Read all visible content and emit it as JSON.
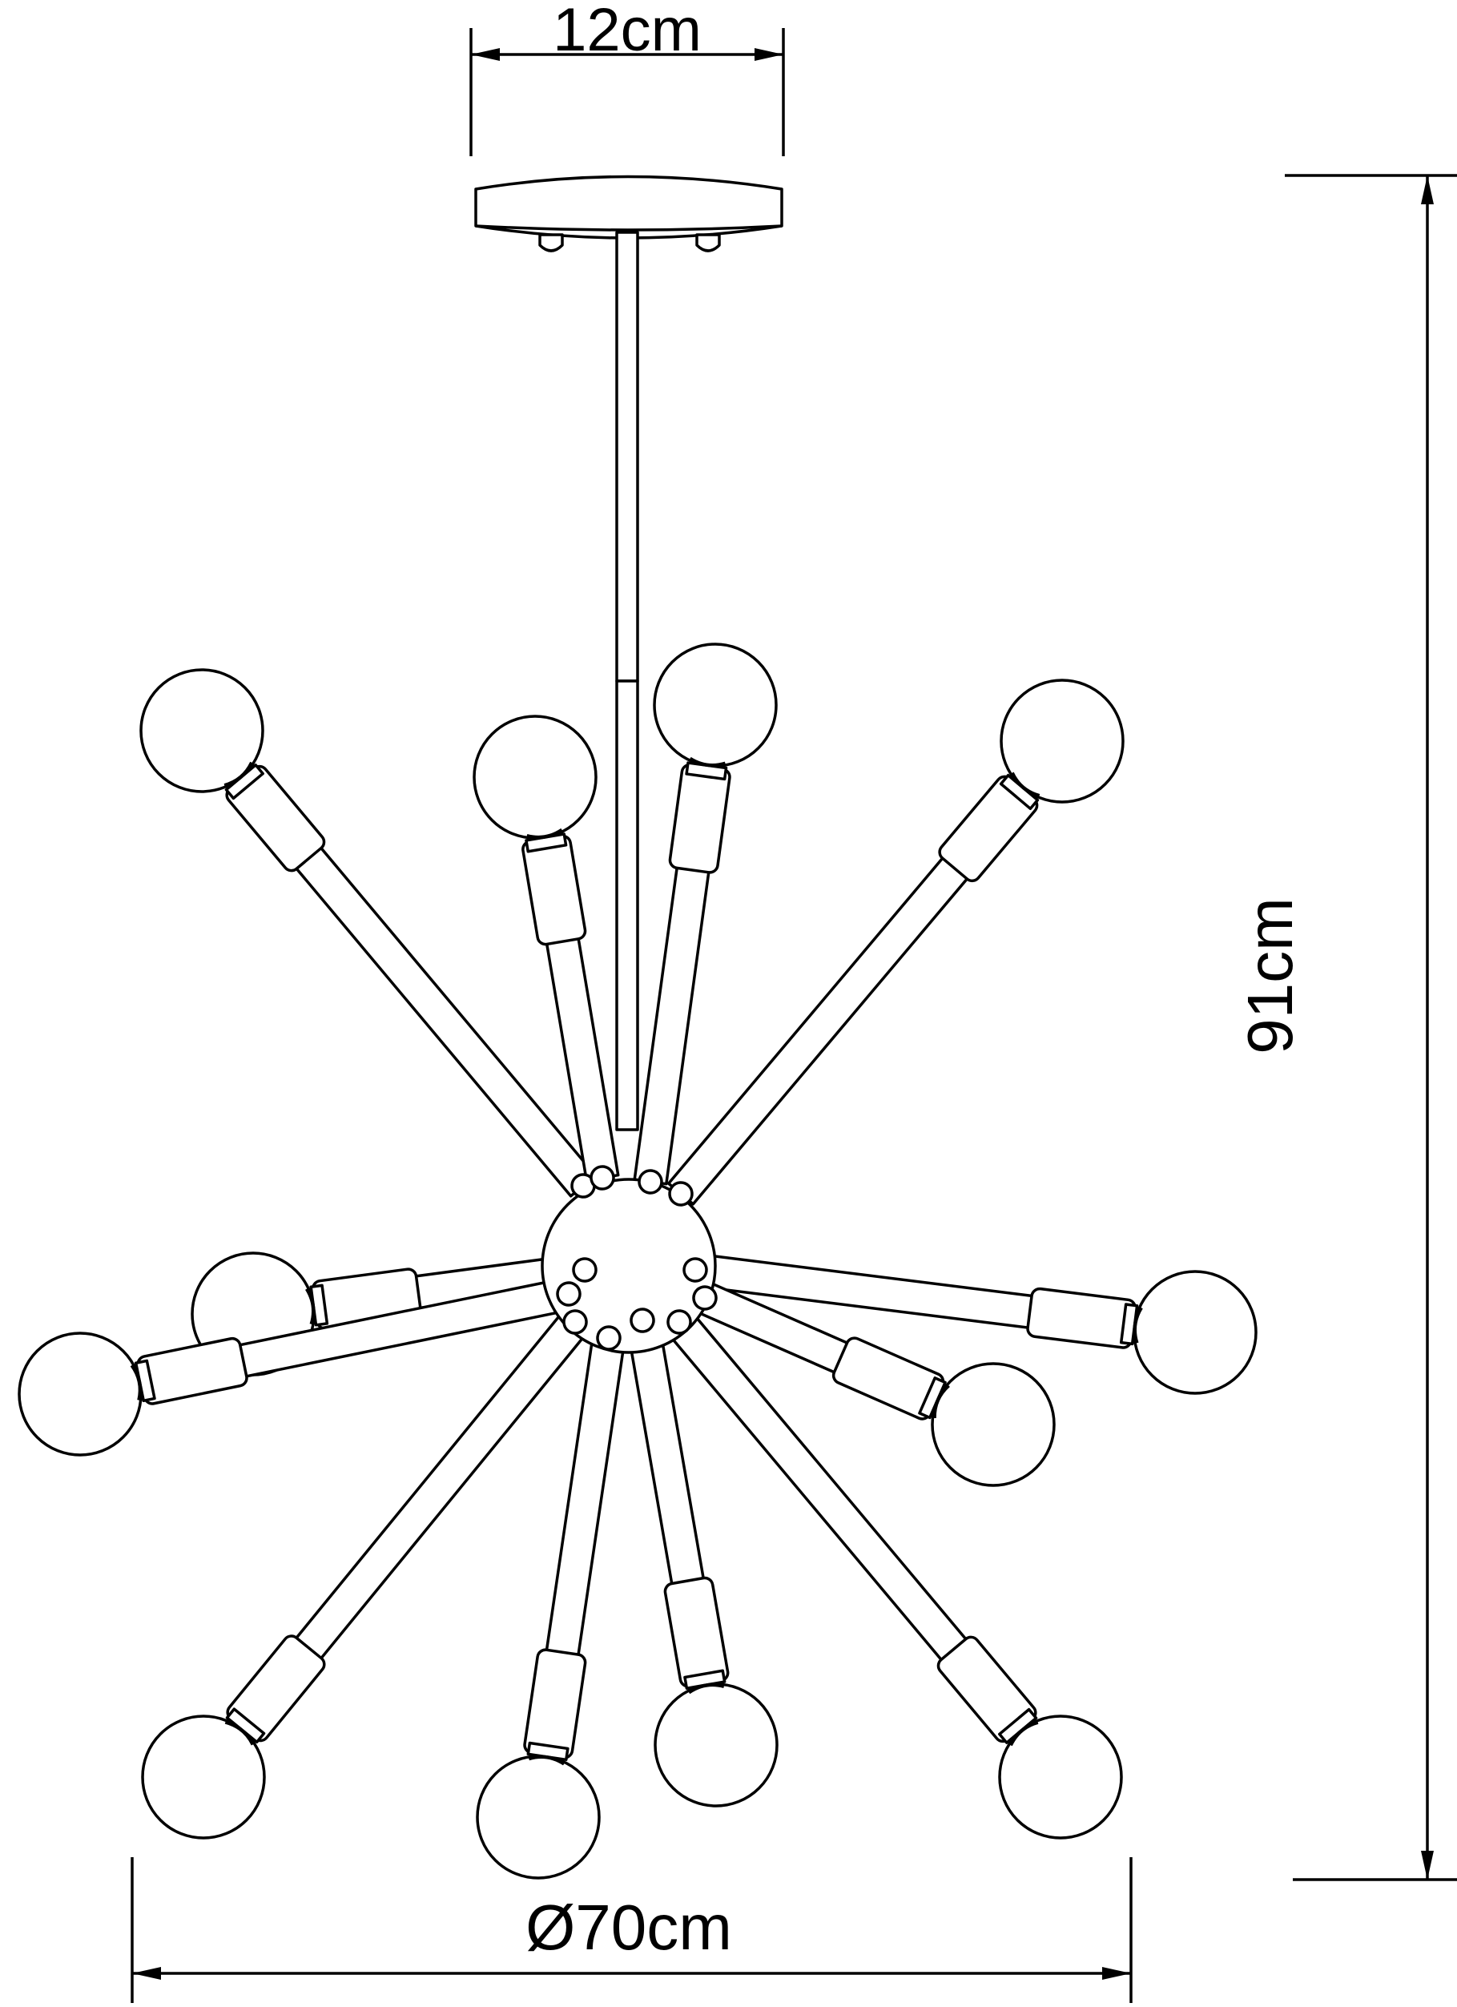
{
  "dimensions": {
    "canopy_width": "12cm",
    "height": "91cm",
    "diameter": "Ø70cm"
  },
  "colors": {
    "line": "#000000",
    "background": "#ffffff"
  }
}
